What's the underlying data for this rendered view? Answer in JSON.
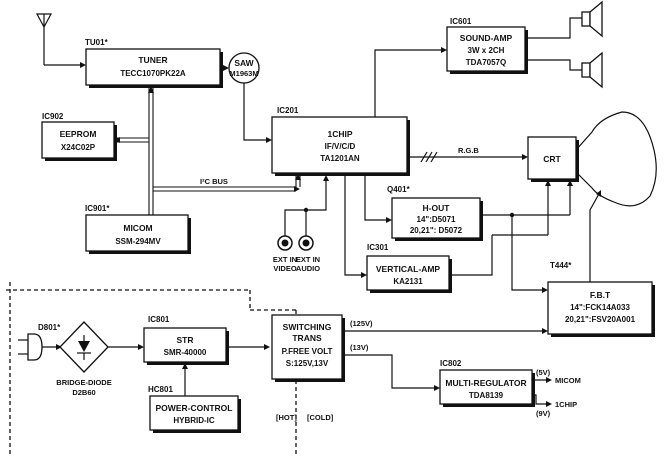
{
  "blocks": {
    "tuner": {
      "ref": "TU01*",
      "name": "TUNER",
      "part": "TECC1070PK22A"
    },
    "saw": {
      "name": "SAW",
      "part": "M1963M"
    },
    "eeprom": {
      "ref": "IC902",
      "name": "EEPROM",
      "part": "X24C02P"
    },
    "chip": {
      "ref": "IC201",
      "name": "1CHIP",
      "func": "IF/V/C/D",
      "part": "TA1201AN"
    },
    "sound": {
      "ref": "IC601",
      "name": "SOUND-AMP",
      "spec": "3W x 2CH",
      "part": "TDA7057Q"
    },
    "crt": {
      "name": "CRT"
    },
    "micom": {
      "ref": "IC901*",
      "name": "MICOM",
      "part": "SSM-294MV"
    },
    "hout": {
      "ref": "Q401*",
      "name": "H-OUT",
      "part1": "14\":D5071",
      "part2": "20,21\": D5072"
    },
    "vert": {
      "ref": "IC301",
      "name": "VERTICAL-AMP",
      "part": "KA2131"
    },
    "fbt": {
      "ref": "T444*",
      "name": "F.B.T",
      "part1": "14\":FCK14A033",
      "part2": "20,21\":FSV20A001"
    },
    "str": {
      "ref": "IC801",
      "name": "STR",
      "part": "SMR-40000"
    },
    "smps": {
      "line1": "SWITCHING",
      "line2": "TRANS",
      "line3": "P.FREE VOLT",
      "line4": "S:125V,13V"
    },
    "multireg": {
      "ref": "IC802",
      "name": "MULTI-REGULATOR",
      "part": "TDA8139"
    },
    "power": {
      "ref": "HC801",
      "name": "POWER-CONTROL",
      "part": "HYBRID-IC"
    },
    "diode": {
      "ref": "D801*",
      "name": "BRIDGE-DIODE",
      "part": "D2B60"
    }
  },
  "labels": {
    "i2c": "I²C BUS",
    "rgb": "R.G.B",
    "ext_video_1": "EXT IN",
    "ext_video_2": "VIDEO",
    "ext_audio_1": "EXT IN",
    "ext_audio_2": "AUDIO",
    "v125": "(125V)",
    "v13": "(13V)",
    "v5": "(5V)",
    "v9": "(9V)",
    "out_micom": "MICOM",
    "out_1chip": "1CHIP",
    "hot": "[HOT]",
    "cold": "[COLD]"
  }
}
